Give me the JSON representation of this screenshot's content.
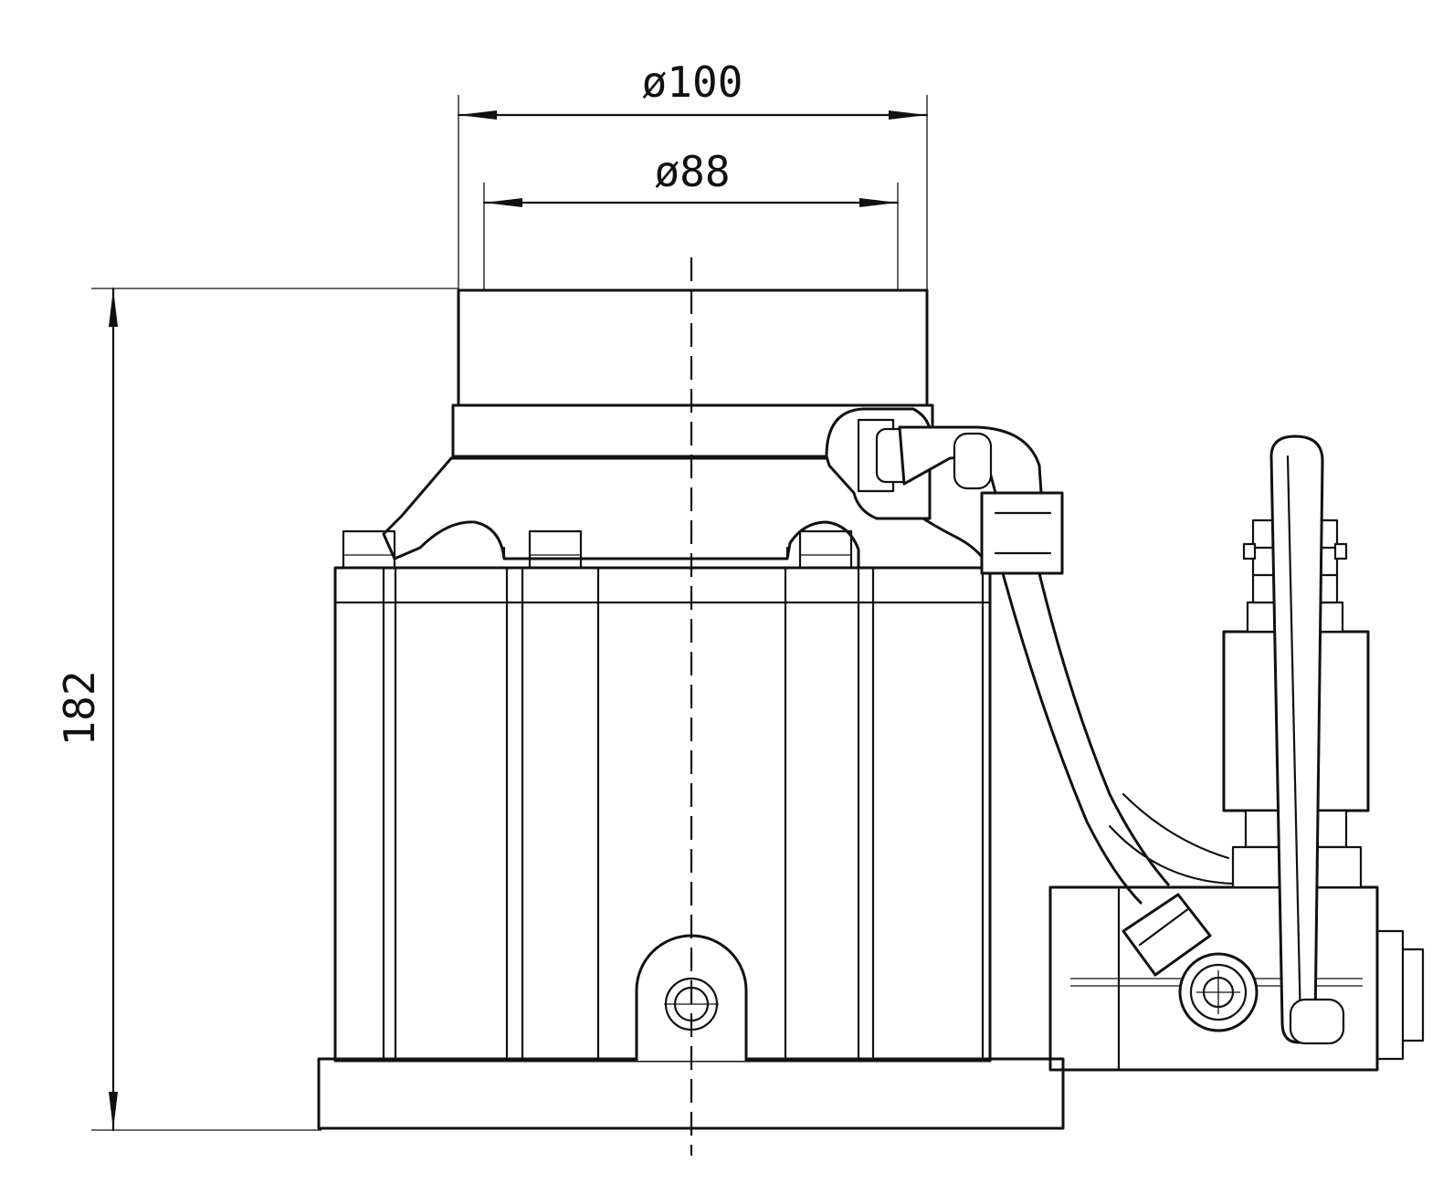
{
  "dimensions": {
    "top_outer_diameter": "ø100",
    "top_inner_diameter": "ø88",
    "overall_height": "182"
  },
  "colors": {
    "line": "#111111",
    "background": "#ffffff"
  }
}
